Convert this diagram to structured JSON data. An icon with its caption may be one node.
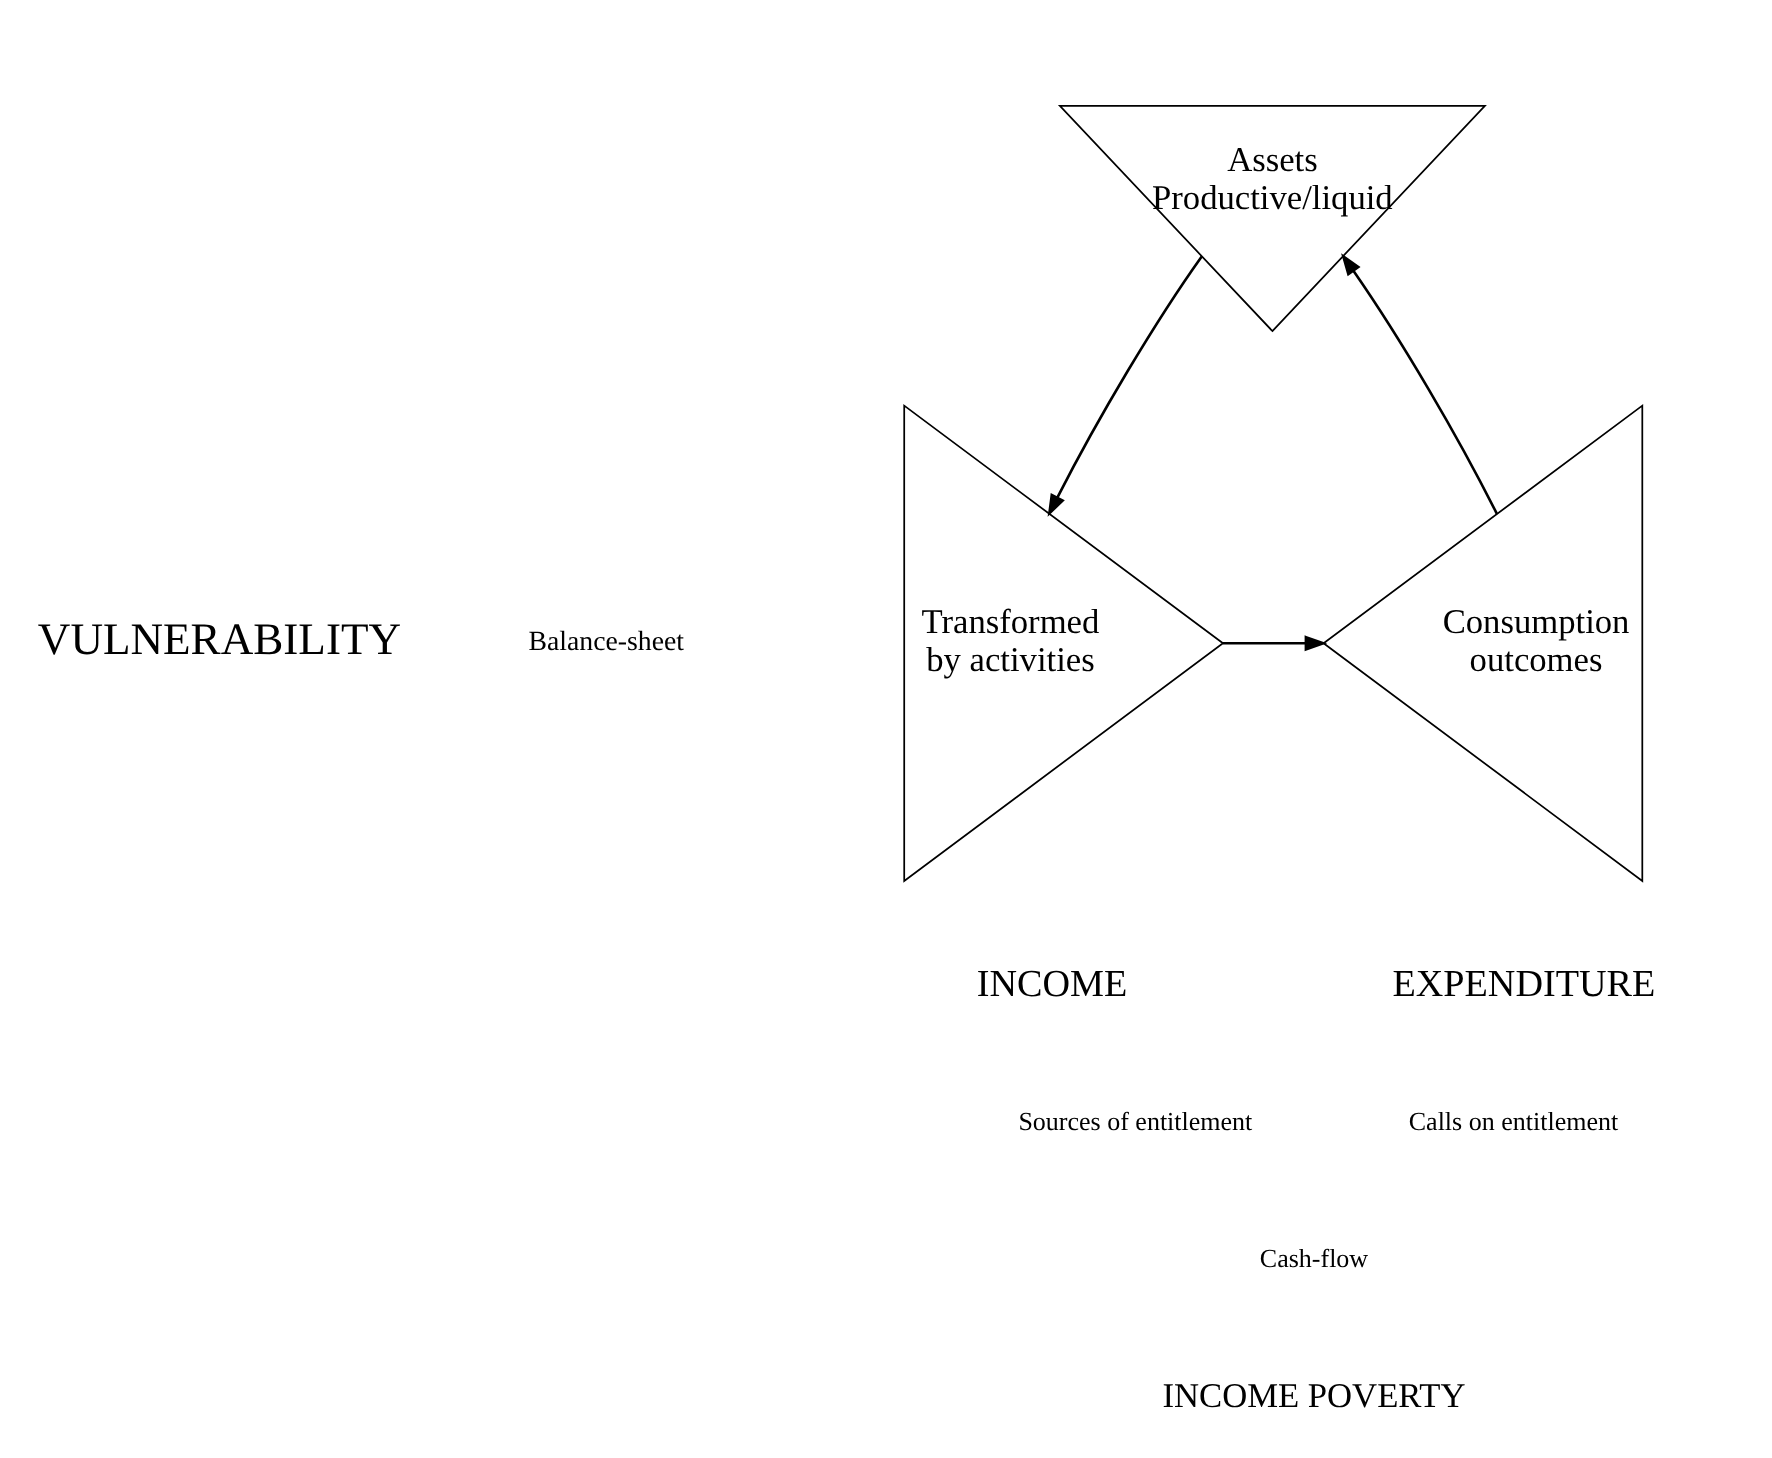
{
  "diagram": {
    "nodes": [
      {
        "text": [
          "Assets",
          "Productive/liquid"
        ]
      },
      {
        "text": [
          "Transformed by activities"
        ]
      },
      {
        "text": [
          "Consumption outcomes"
        ]
      }
    ],
    "edges": [
      {
        "from": 0,
        "to": 1,
        "arrow": "to"
      },
      {
        "from": 1,
        "to": 2,
        "arrow": "to"
      },
      {
        "from": 2,
        "to": 0,
        "arrow": "to"
      }
    ],
    "labels": [
      "VULNERABILITY",
      "Balance-sheet",
      "INCOME",
      "Sources of entitlement",
      "EXPENDITURE",
      "Calls on entitlement",
      "Cash-flow",
      "INCOME POVERTY"
    ]
  }
}
